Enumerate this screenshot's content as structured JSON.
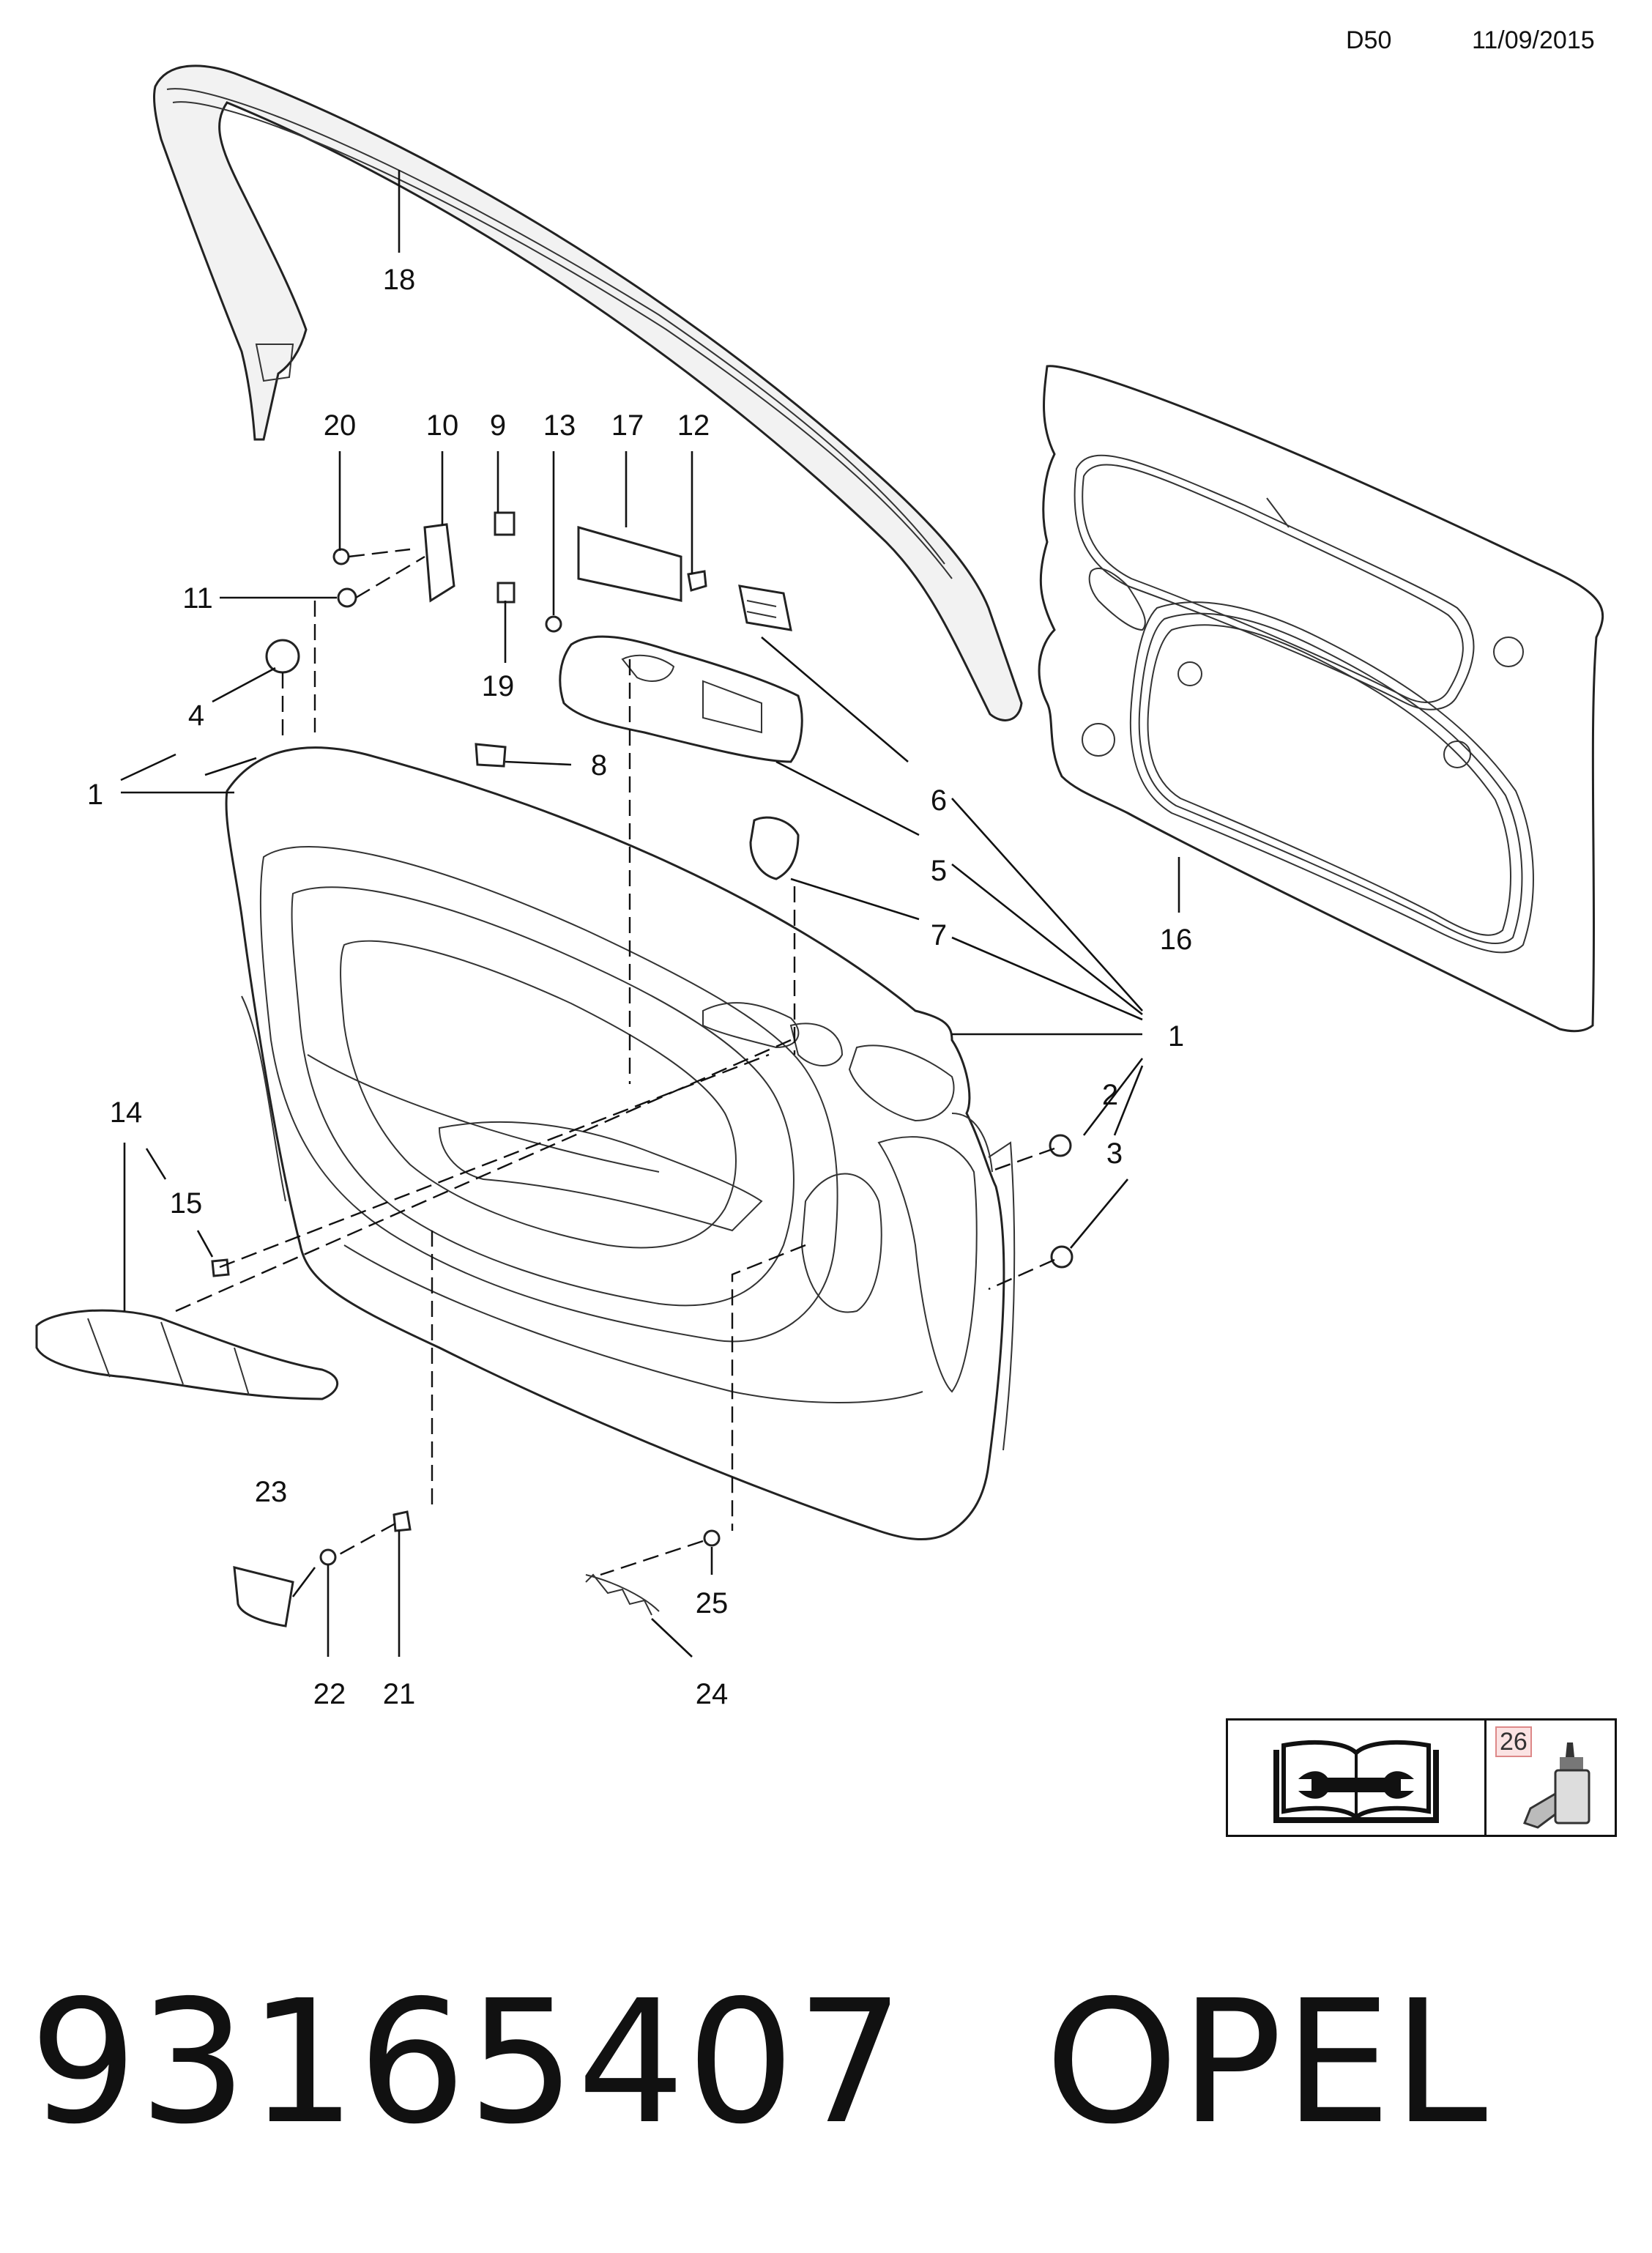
{
  "header": {
    "code": "D50",
    "date": "11/09/2015"
  },
  "callouts": {
    "c1a": "1",
    "c1b": "1",
    "c2": "2",
    "c3": "3",
    "c4": "4",
    "c5": "5",
    "c6": "6",
    "c7": "7",
    "c8": "8",
    "c9": "9",
    "c10": "10",
    "c11": "11",
    "c12": "12",
    "c13": "13",
    "c14": "14",
    "c15": "15",
    "c16": "16",
    "c17": "17",
    "c18": "18",
    "c19": "19",
    "c20": "20",
    "c21": "21",
    "c22": "22",
    "c23": "23",
    "c24": "24",
    "c25": "25"
  },
  "legend": {
    "item_number": "26",
    "manual_icon": "open-book-wrench-icon",
    "glue_icon": "adhesive-bottle-icon"
  },
  "footer": {
    "part_number": "93165407",
    "brand": "OPEL"
  }
}
